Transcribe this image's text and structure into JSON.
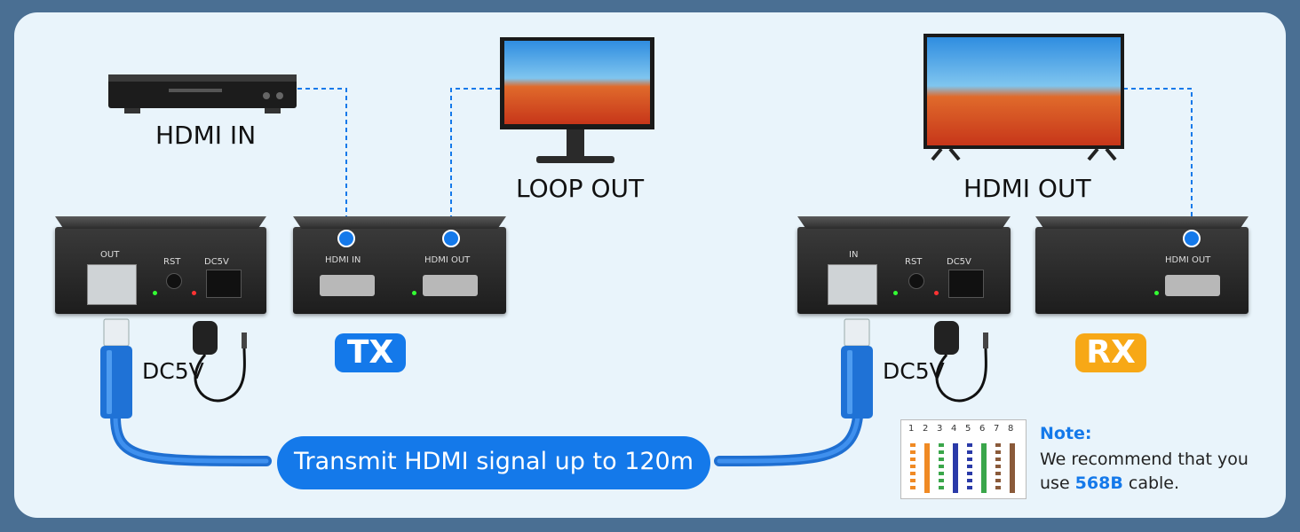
{
  "labels": {
    "hdmi_in": "HDMI IN",
    "loop_out": "LOOP OUT",
    "hdmi_out": "HDMI OUT",
    "dc5v_left": "DC5V",
    "dc5v_right": "DC5V"
  },
  "tx_extender": {
    "port_out": "OUT",
    "port_rst": "RST",
    "port_dc": "DC5V"
  },
  "tx_hdmi_unit": {
    "port_in": "HDMI IN",
    "port_out": "HDMI OUT"
  },
  "rx_extender": {
    "port_in": "IN",
    "port_rst": "RST",
    "port_dc": "DC5V"
  },
  "rx_hdmi_unit": {
    "port_out": "HDMI OUT"
  },
  "badges": {
    "tx": "TX",
    "rx": "RX"
  },
  "transmit_label": "Transmit HDMI signal up to 120m",
  "pin_numbers": [
    "1",
    "2",
    "3",
    "4",
    "5",
    "6",
    "7",
    "8"
  ],
  "note": {
    "title": "Note:",
    "line1": "We recommend that you",
    "line2_prefix": "use ",
    "line2_highlight": "568B",
    "line2_suffix": " cable."
  },
  "colors": {
    "accent_blue": "#1479ea",
    "rx_orange": "#f7a816",
    "background": "#4a6f93",
    "panel": "#e9f4fb"
  }
}
